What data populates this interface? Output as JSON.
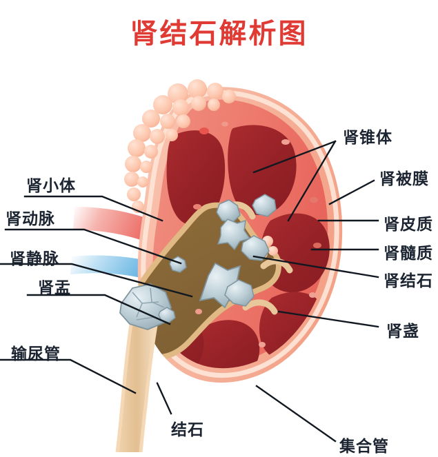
{
  "title": "肾结石解析图",
  "title_color": "#e03a34",
  "background": "#ffffff",
  "labels": {
    "renal_corpuscle": "肾小体",
    "renal_artery": "肾动脉",
    "renal_vein": "肾静脉",
    "renal_pelvis": "肾盂",
    "ureter": "输尿管",
    "renal_pyramid": "肾锥体",
    "renal_capsule": "肾被膜",
    "renal_cortex": "肾皮质",
    "renal_medulla": "肾髓质",
    "kidney_stone": "肾结石",
    "renal_calyx": "肾盏",
    "stone": "结石",
    "collecting_duct": "集合管"
  },
  "colors": {
    "capsule_outer": "#f6a88f",
    "capsule_light": "#fbd3c2",
    "cortex": "#ef7f72",
    "cortex_deep": "#e8665c",
    "pyramid": "#9e2328",
    "pyramid_light": "#b93237",
    "pelvis": "#8a6a3a",
    "pelvis_light": "#c9a06a",
    "ureter": "#e8c49a",
    "artery": "#e8605e",
    "vein": "#4fa8dd",
    "stone": "#9fb4bd",
    "stone_light": "#d8e4e9",
    "corpuscle": "#fbbfa6",
    "leader_line": "#111820",
    "label_text": "#1b2430"
  },
  "structures": [
    {
      "name": "renal-capsule",
      "desc": "outer fibrous capsule of the kidney"
    },
    {
      "name": "renal-cortex",
      "desc": "outer pink parenchyma band"
    },
    {
      "name": "renal-medulla",
      "desc": "inner zone containing pyramids"
    },
    {
      "name": "renal-pyramids",
      "desc": "dark red triangular medullary pyramids"
    },
    {
      "name": "renal-pelvis",
      "desc": "tan funnel-shaped collecting cavity"
    },
    {
      "name": "renal-calyces",
      "desc": "cup-shaped extensions around pyramids"
    },
    {
      "name": "renal-artery",
      "desc": "red vessel entering hilum"
    },
    {
      "name": "renal-vein",
      "desc": "blue vessel exiting hilum"
    },
    {
      "name": "ureter",
      "desc": "tube descending from pelvis"
    },
    {
      "name": "kidney-stones",
      "desc": "gray crystalline calculi in pelvis and calyces"
    },
    {
      "name": "renal-corpuscles",
      "desc": "bumpy cluster at upper pole"
    }
  ]
}
